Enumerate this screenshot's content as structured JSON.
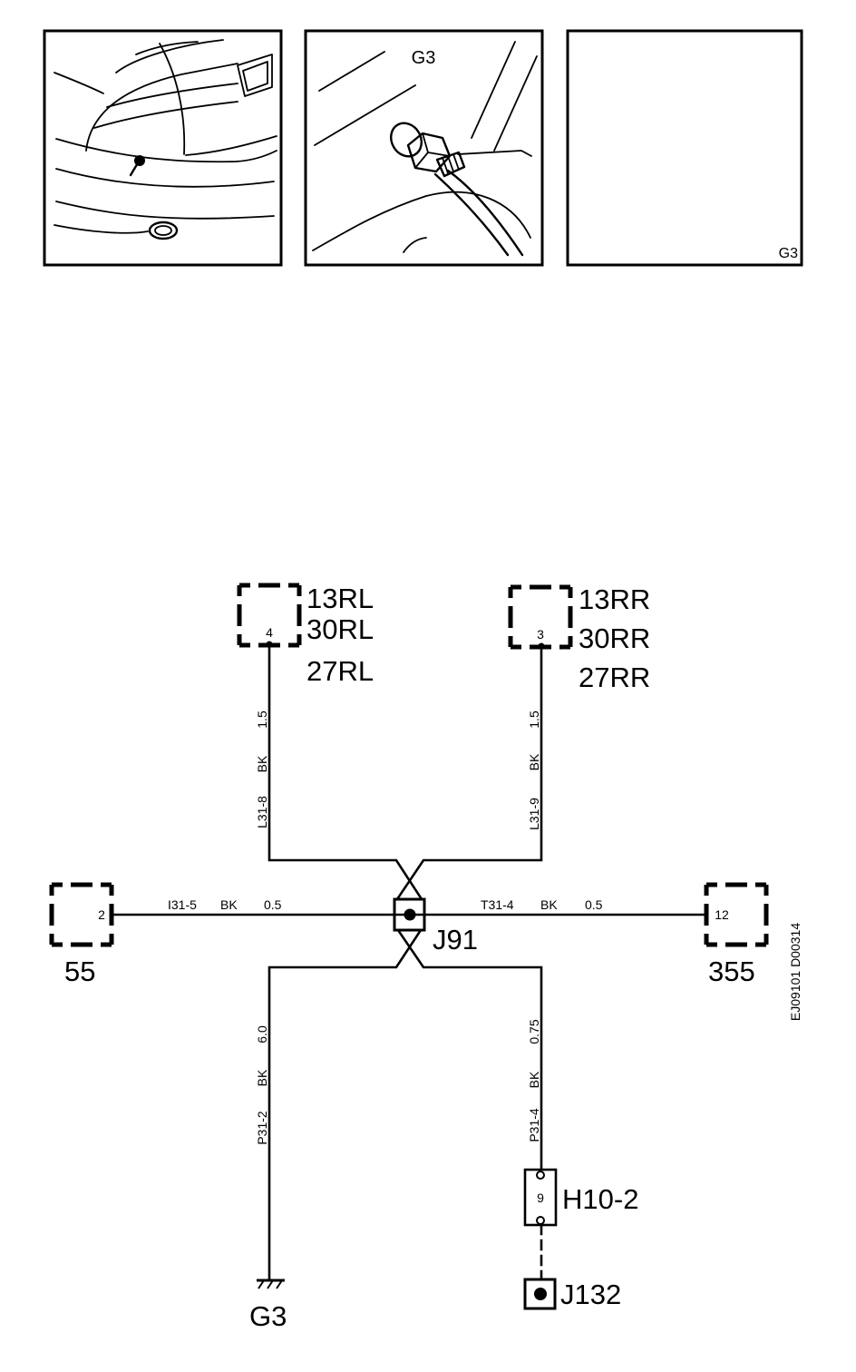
{
  "panels": {
    "ground_detail": {
      "label": "G3"
    },
    "reference": {
      "label": "G3"
    }
  },
  "connectors": {
    "rear_left": {
      "pin": "4",
      "labels": [
        "13RL",
        "30RL",
        "27RL"
      ]
    },
    "rear_right": {
      "pin": "3",
      "labels": [
        "13RR",
        "30RR",
        "27RR"
      ]
    },
    "left": {
      "pin": "2",
      "label": "55"
    },
    "right": {
      "pin": "12",
      "label": "355"
    },
    "h10_2": {
      "pin": "9",
      "label": "H10-2"
    }
  },
  "splices": {
    "j91": "J91",
    "j132": "J132"
  },
  "ground": {
    "label": "G3"
  },
  "wires": {
    "rear_left": {
      "id": "L31-8",
      "color": "BK",
      "size": "1.5"
    },
    "rear_right": {
      "id": "L31-9",
      "color": "BK",
      "size": "1.5"
    },
    "left": {
      "id": "I31-5",
      "color": "BK",
      "size": "0.5"
    },
    "right": {
      "id": "T31-4",
      "color": "BK",
      "size": "0.5"
    },
    "ground": {
      "id": "P31-2",
      "color": "BK",
      "size": "6.0"
    },
    "h10": {
      "id": "P31-4",
      "color": "BK",
      "size": "0.75"
    }
  },
  "drawing_code": "EJ09101 D00314"
}
